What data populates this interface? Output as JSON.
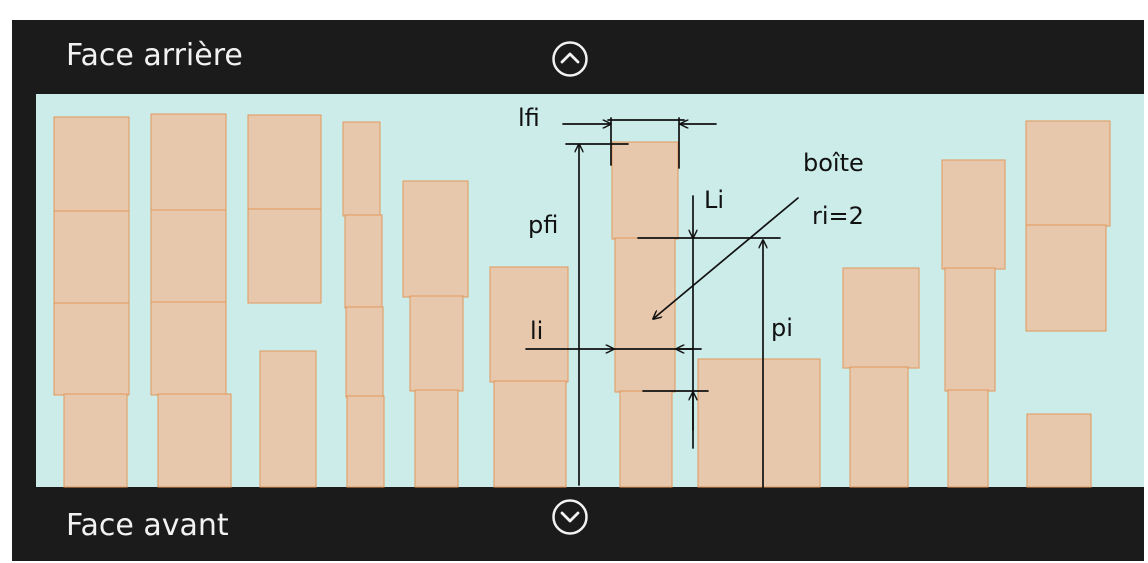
{
  "labels": {
    "face_back": "Face arrière",
    "face_front": "Face avant"
  },
  "nav": {
    "up_icon": "chevron-up-circle-icon",
    "down_icon": "chevron-down-circle-icon"
  },
  "annotations": {
    "lfi": "lfi",
    "pfi": "pfi",
    "Li": "Li",
    "box_line1": "boîte",
    "box_line2": "ri=2",
    "li": "li",
    "pi": "pi"
  },
  "colors": {
    "bay_background": "#ccece9",
    "box_fill": "#e8c8ad",
    "box_stroke": "#e0985a",
    "screen_frame": "#1b1b1b",
    "label_text": "#f2f2f2",
    "annotation_ink": "#111111"
  }
}
